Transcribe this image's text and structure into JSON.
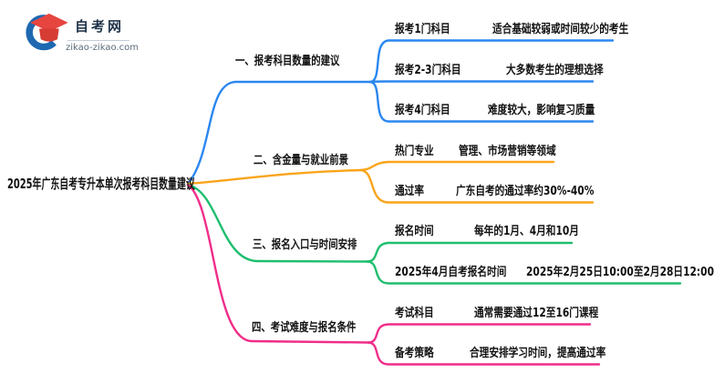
{
  "logo": {
    "title": "自考网",
    "domain": "zikao-zikao.com"
  },
  "colors": {
    "blue": "#2B87F0",
    "orange": "#FAA41A",
    "green": "#1FBE6E",
    "pink": "#F02D8A",
    "logo_blue": "#1E68B2",
    "logo_red": "#E64540"
  },
  "center": {
    "title": "2025年广东自考专升本单次报考科目数量建议"
  },
  "branches": [
    {
      "label": "一、报考科目数量的建议",
      "color": "#2B87F0",
      "items": [
        {
          "key": "报考1门科目",
          "value": "适合基础较弱或时间较少的考生"
        },
        {
          "key": "报考2-3门科目",
          "value": "大多数考生的理想选择"
        },
        {
          "key": "报考4门科目",
          "value": "难度较大，影响复习质量"
        }
      ]
    },
    {
      "label": "二、含金量与就业前景",
      "color": "#FAA41A",
      "items": [
        {
          "key": "热门专业",
          "value": "管理、市场营销等领域"
        },
        {
          "key": "通过率",
          "value": "广东自考的通过率约30%-40%"
        }
      ]
    },
    {
      "label": "三、报名入口与时间安排",
      "color": "#1FBE6E",
      "items": [
        {
          "key": "报名时间",
          "value": "每年的1月、4月和10月"
        },
        {
          "key": "2025年4月自考报名时间",
          "value": "2025年2月25日10:00至2月28日12:00"
        }
      ]
    },
    {
      "label": "四、考试难度与报名条件",
      "color": "#F02D8A",
      "items": [
        {
          "key": "考试科目",
          "value": "通常需要通过12至16门课程"
        },
        {
          "key": "备考策略",
          "value": "合理安排学习时间，提高通过率"
        }
      ]
    }
  ]
}
